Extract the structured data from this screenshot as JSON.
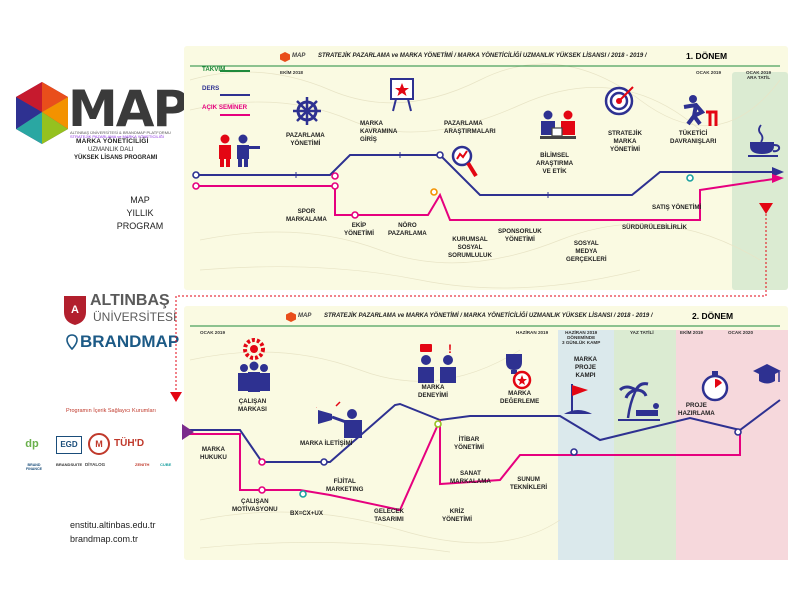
{
  "brand": {
    "logo_word": "MAP",
    "tagline1": "ALTINBAŞ ÜNİVERSİTESİ & BRANDMAP PLATFORMU",
    "tagline2": "STRATEJİK PAZARLAMA ve MARKA YÖNETİCİLİĞİ",
    "program_l1": "MARKA YÖNETİCİLİĞİ",
    "program_l2": "UZMANLIK DALI",
    "program_l3": "YÜKSEK LİSANS PROGRAMI",
    "annual_l1": "MAP",
    "annual_l2": "YILLIK",
    "annual_l3": "PROGRAM"
  },
  "university": {
    "name": "ALTINBAŞ",
    "sub": "ÜNİVERSİTESİ",
    "platform": "BRANDMAP"
  },
  "partners": {
    "heading": "Programın İçerik Sağlayıcı Kurumları",
    "row1": [
      "dp",
      "EGD",
      "M",
      "TÜH'D"
    ],
    "row2": [
      "BRAND FINANCE",
      "BRANDSUITE",
      "DİYALOG",
      "ZENITH",
      "CUBE"
    ]
  },
  "urls": {
    "site1": "enstitu.altinbas.edu.tr",
    "site2": "brandmap.com.tr"
  },
  "colors": {
    "ders": "#2e3191",
    "secmeli": "#e6007e",
    "takvim": "#1f8a3c",
    "accent_red": "#e30613",
    "orange": "#f39200"
  },
  "legend": {
    "takvim": "TAKVİM",
    "ders": "DERS",
    "acik_seminer": "AÇIK SEMİNER"
  },
  "period1": {
    "header_logo": "MAP",
    "header": "STRATEJİK PAZARLAMA ve MARKA YÖNETİMİ / MARKA YÖNETİCİLİĞİ UZMANLIK YÜKSEK LİSANSI / 2018 - 2019 /",
    "term": "1. DÖNEM",
    "dates": {
      "start": "EKİM 2018",
      "jan": "OCAK 2019",
      "break_l1": "OCAK 2019",
      "break_l2": "ARA TATİL"
    },
    "upper": [
      {
        "key": "pazarlama",
        "text": "PAZARLAMA\nYÖNETİMİ"
      },
      {
        "key": "kavram",
        "text": "MARKA\nKAVRAMINA\nGİRİŞ"
      },
      {
        "key": "arastirma",
        "text": "PAZARLAMA\nARAŞTIRMALARI"
      },
      {
        "key": "bilimsel",
        "text": "BİLİMSEL\nARAŞTIRMA\nVE ETİK"
      },
      {
        "key": "stratejik",
        "text": "STRATEJİK\nMARKA\nYÖNETİMİ"
      },
      {
        "key": "tuketici",
        "text": "TÜKETİCİ\nDAVRANIŞLARI"
      }
    ],
    "lower": [
      {
        "key": "spor",
        "text": "SPOR\nMARKALAMA"
      },
      {
        "key": "ekip",
        "text": "EKİP\nYÖNETİMİ"
      },
      {
        "key": "noro",
        "text": "NÖRO\nPAZARLAMA"
      },
      {
        "key": "kurumsal",
        "text": "KURUMSAL\nSOSYAL\nSORUMLULUK"
      },
      {
        "key": "sponsor",
        "text": "SPONSORLUK\nYÖNETİMİ"
      },
      {
        "key": "medya",
        "text": "SOSYAL\nMEDYA\nGERÇEKLERİ"
      },
      {
        "key": "surdurulebilir",
        "text": "SÜRDÜRÜLEBİLİRLİK"
      },
      {
        "key": "satis",
        "text": "SATIŞ YÖNETİMİ"
      }
    ]
  },
  "period2": {
    "header_logo": "MAP",
    "header": "STRATEJİK PAZARLAMA ve MARKA YÖNETİMİ / MARKA YÖNETİCİLİĞİ UZMANLIK YÜKSEK LİSANSI / 2018 - 2019 /",
    "term": "2. DÖNEM",
    "dates": {
      "jan": "OCAK 2019",
      "june": "HAZİRAN 2019",
      "camp_l1": "HAZİRAN 2019",
      "camp_l2": "DÖNEMİNDE",
      "camp_l3": "3 GÜNLÜK KAMP",
      "summer": "YAZ TATİLİ",
      "oct": "EKİM 2019",
      "jan2020": "OCAK 2020"
    },
    "upper": [
      {
        "key": "calisan_marka",
        "text": "ÇALIŞAN\nMARKASI"
      },
      {
        "key": "iletisim",
        "text": "MARKA İLETİŞİMİ"
      },
      {
        "key": "deneyim",
        "text": "MARKA\nDENEYİMİ"
      },
      {
        "key": "degerleme",
        "text": "MARKA\nDEĞERLEME"
      },
      {
        "key": "kamp",
        "text": "MARKA\nPROJE\nKAMPI"
      },
      {
        "key": "proje",
        "text": "PROJE\nHAZIRLAMA"
      }
    ],
    "lower": [
      {
        "key": "hukuk",
        "text": "MARKA\nHUKUKU"
      },
      {
        "key": "motivasyon",
        "text": "ÇALIŞAN\nMOTİVASYONU"
      },
      {
        "key": "bx",
        "text": "BX=CX+UX"
      },
      {
        "key": "fijital",
        "text": "FİJİTAL\nMARKETING"
      },
      {
        "key": "gelecek",
        "text": "GELECEK\nTASARIMI"
      },
      {
        "key": "itibar",
        "text": "İTİBAR\nYÖNETİMİ"
      },
      {
        "key": "sanat",
        "text": "SANAT\nMARKALAMA"
      },
      {
        "key": "kriz",
        "text": "KRİZ\nYÖNETİMİ"
      },
      {
        "key": "sunum",
        "text": "SUNUM\nTEKNİKLERİ"
      }
    ]
  }
}
